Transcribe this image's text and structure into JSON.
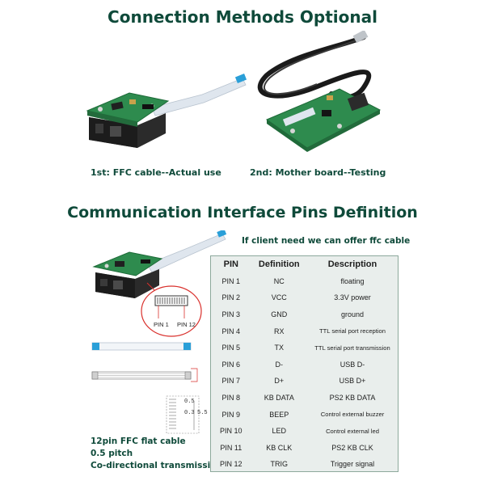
{
  "headings": {
    "connection": "Connection Methods Optional",
    "interface": "Communication Interface Pins Definition"
  },
  "captions": {
    "ffc_cable": "1st: FFC cable--Actual use",
    "mother_board": "2nd: Mother board--Testing",
    "client_note": "If client need we can offer ffc cable"
  },
  "connector_labels": {
    "pin1": "PIN 1",
    "pin12": "PIN 12"
  },
  "dimension_labels": {
    "a": "0.5",
    "b": "0.3",
    "c": "5.5"
  },
  "ffc_description": {
    "line1": "12pin FFC flat cable",
    "line2": "0.5 pitch",
    "line3": "Co-directional transmission"
  },
  "table": {
    "headers": [
      "PIN",
      "Definition",
      "Description"
    ],
    "rows": [
      {
        "pin": "PIN 1",
        "definition": "NC",
        "description": "floating"
      },
      {
        "pin": "PIN 2",
        "definition": "VCC",
        "description": "3.3V power"
      },
      {
        "pin": "PIN 3",
        "definition": "GND",
        "description": "ground"
      },
      {
        "pin": "PIN 4",
        "definition": "RX",
        "description": "TTL serial port reception"
      },
      {
        "pin": "PIN 5",
        "definition": "TX",
        "description": "TTL serial port transmission"
      },
      {
        "pin": "PIN 6",
        "definition": "D-",
        "description": "USB D-"
      },
      {
        "pin": "PIN 7",
        "definition": "D+",
        "description": "USB D+"
      },
      {
        "pin": "PIN 8",
        "definition": "KB DATA",
        "description": "PS2 KB DATA"
      },
      {
        "pin": "PIN 9",
        "definition": "BEEP",
        "description": "Control external buzzer"
      },
      {
        "pin": "PIN 10",
        "definition": "LED",
        "description": "Control external led"
      },
      {
        "pin": "PIN 11",
        "definition": "KB CLK",
        "description": "PS2 KB CLK"
      },
      {
        "pin": "PIN 12",
        "definition": "TRIG",
        "description": "Trigger signal"
      }
    ]
  },
  "colors": {
    "heading": "#0f4a3a",
    "pcb": "#2e8b4e",
    "module_body": "#2b2b2b",
    "ffc": "#dfe6ee",
    "ffc_tab": "#2a9fd8",
    "annotation": "#d9302c",
    "table_bg": "#e9eeec"
  },
  "icons": [
    "scanner-module-image",
    "mother-board-image",
    "usb-cable-image",
    "connector-diagram",
    "ffc-cable-diagram",
    "dimension-diagram"
  ]
}
